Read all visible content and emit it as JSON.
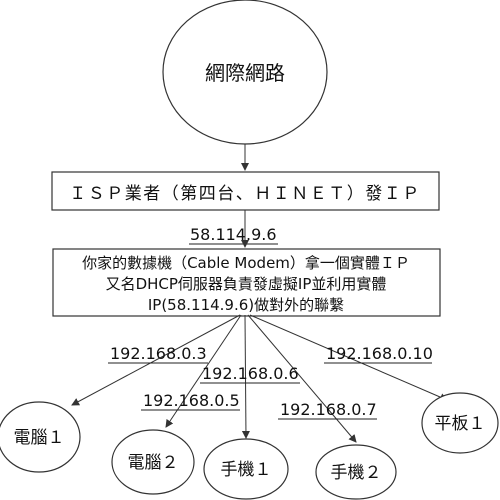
{
  "cloud": {
    "label": "網際網路"
  },
  "isp_box": {
    "label": "ＩＳＰ業者（第四台、ＨＩＮＥＴ）發ＩＰ"
  },
  "public_ip": "58.114.9.6",
  "modem_box": {
    "line1": "你家的數據機（Cable Modem）拿一個實體ＩＰ",
    "line2": "又名DHCP伺服器負責發虛擬IP並利用實體",
    "line3": "IP(58.114.9.6)做對外的聯繫"
  },
  "devices": [
    {
      "label": "電腦１",
      "ip": "192.168.0.3"
    },
    {
      "label": "電腦２",
      "ip": "192.168.0.5"
    },
    {
      "label": "手機１",
      "ip": "192.168.0.6"
    },
    {
      "label": "手機２",
      "ip": "192.168.0.7"
    },
    {
      "label": "平板１",
      "ip": "192.168.0.10"
    }
  ]
}
